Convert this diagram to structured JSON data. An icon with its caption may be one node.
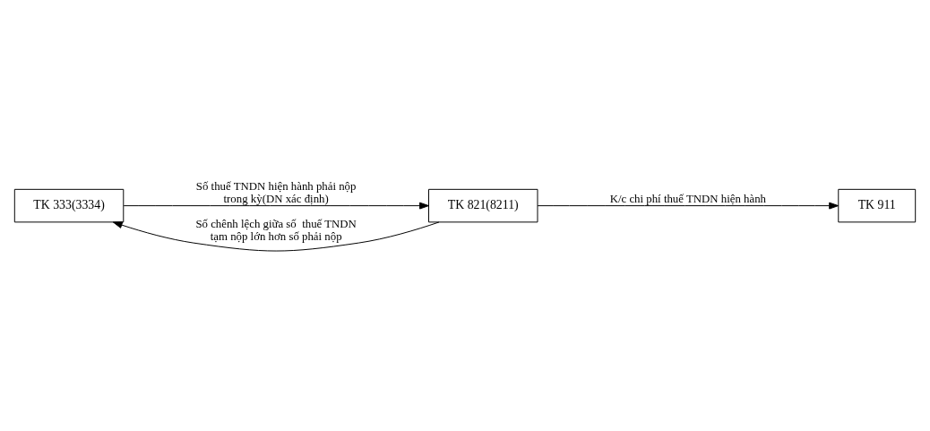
{
  "diagram": {
    "nodes": [
      {
        "text": [
          "TK 333(3334)"
        ]
      },
      {
        "text": [
          "TK 821(8211)"
        ]
      },
      {
        "text": [
          "TK 911"
        ]
      }
    ],
    "edges": [
      {
        "from": 0,
        "to": 1,
        "arrow": "to",
        "label": "Số thuế TNDN hiện hành phải nộp trong kỳ(DN xác định)"
      },
      {
        "from": 1,
        "to": 2,
        "arrow": "to",
        "label": "K/c chi phí thuế TNDN hiện hành"
      },
      {
        "from": 1,
        "to": 0,
        "arrow": "to",
        "label": "Số chênh lệch giữa số  thuế TNDN tạm nộp lớn hơn số phải nộp"
      }
    ]
  }
}
